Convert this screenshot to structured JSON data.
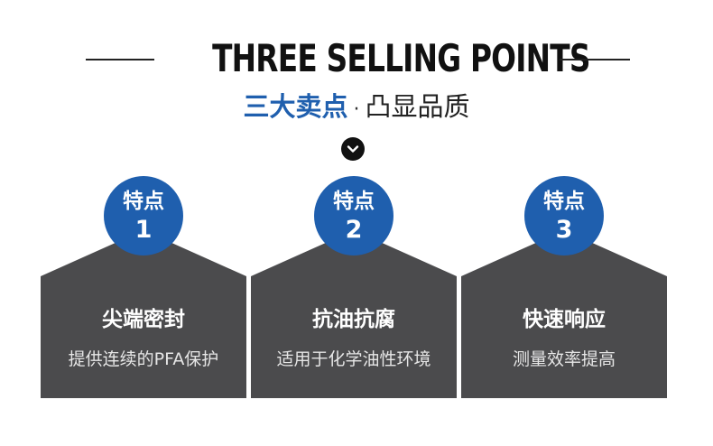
{
  "header": {
    "title": "THREE SELLING POINTS",
    "subtitle_accent": "三大卖点",
    "subtitle_sep": "·",
    "subtitle_rest": "凸显品质"
  },
  "cards": [
    {
      "badge_label": "特点",
      "badge_number": "1",
      "title": "尖端密封",
      "desc": "提供连续的PFA保护"
    },
    {
      "badge_label": "特点",
      "badge_number": "2",
      "title": "抗油抗腐",
      "desc": "适用于化学油性环境"
    },
    {
      "badge_label": "特点",
      "badge_number": "3",
      "title": "快速响应",
      "desc": "测量效率提高"
    }
  ],
  "colors": {
    "accent": "#1f5fae",
    "card": "#4b4b4d",
    "title": "#111111"
  },
  "icons": {
    "expand": "chevron-down-icon"
  }
}
